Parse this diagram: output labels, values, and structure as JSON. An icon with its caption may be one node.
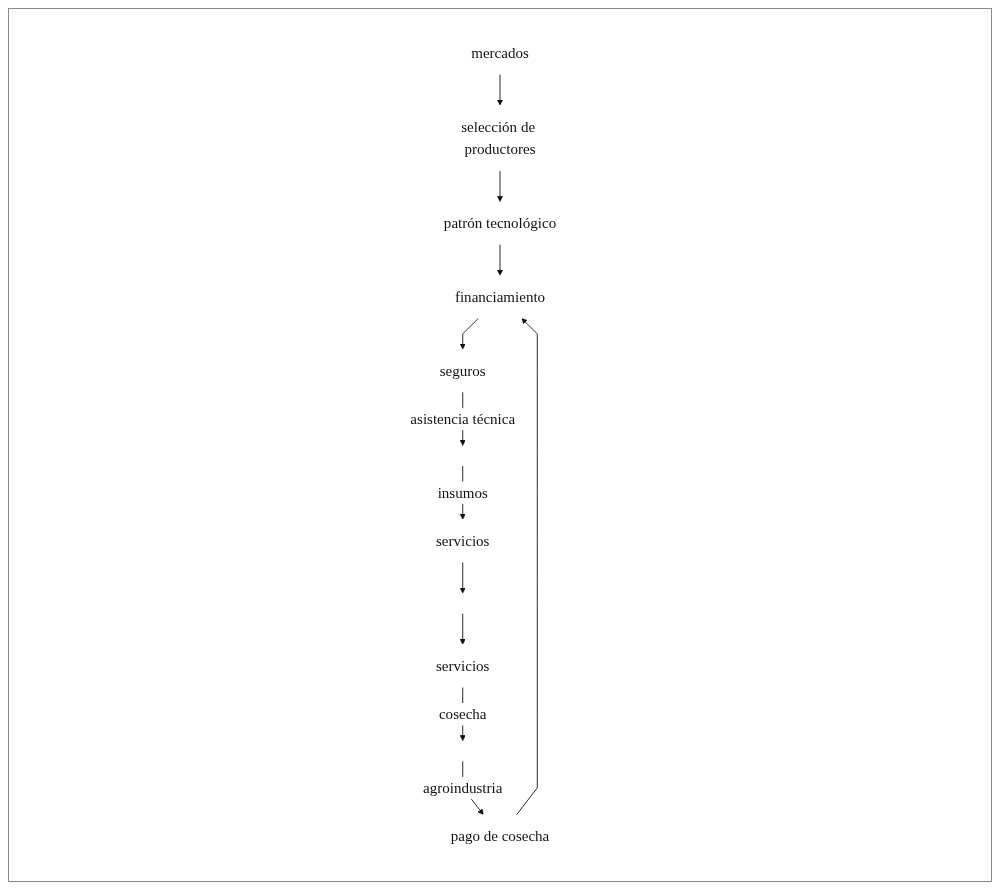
{
  "diagram": {
    "nodes": [
      {
        "text": [
          "mercados"
        ]
      },
      {
        "text": [
          "selección de productores"
        ]
      },
      {
        "text": [
          "patrón tecnológico"
        ]
      },
      {
        "text": [
          "financiamiento"
        ]
      },
      {
        "text": [
          "pago de cosecha"
        ]
      },
      {
        "text": [
          "seguros"
        ]
      },
      {
        "text": [
          "servicios"
        ]
      },
      {
        "text": [
          "servicios"
        ]
      }
    ],
    "edges": [
      {
        "from": 0,
        "to": 1,
        "arrow": "to"
      },
      {
        "from": 1,
        "to": 2,
        "arrow": "to"
      },
      {
        "from": 2,
        "to": 3,
        "arrow": "to"
      },
      {
        "from": 3,
        "to": 5,
        "arrow": "to"
      },
      {
        "from": 4,
        "to": 3,
        "arrow": "to"
      },
      {
        "from": 5,
        "to": null,
        "label": "asistencia técnica",
        "arrow": "to"
      },
      {
        "from": null,
        "to": 7,
        "label": "insumos",
        "arrow": "to"
      },
      {
        "from": 7,
        "to": null,
        "arrow": "to"
      },
      {
        "from": null,
        "to": 6,
        "arrow": "to"
      },
      {
        "from": 6,
        "to": null,
        "label": "cosecha",
        "arrow": "to"
      },
      {
        "from": null,
        "to": 4,
        "label": "agroindustria",
        "arrow": "to"
      }
    ]
  }
}
